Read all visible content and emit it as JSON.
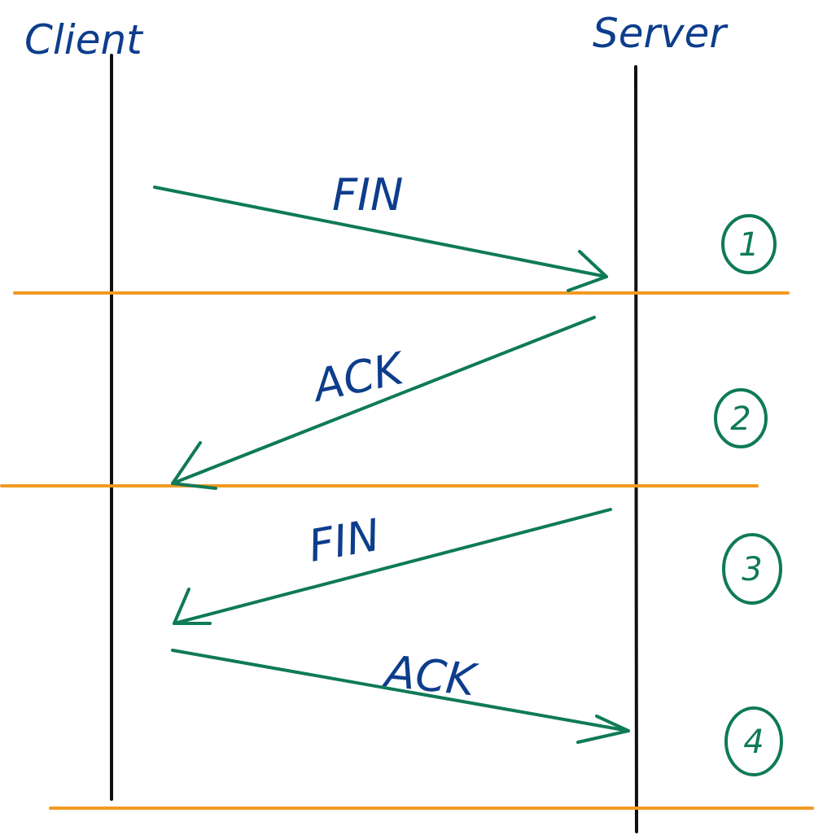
{
  "actors": {
    "client": "Client",
    "server": "Server"
  },
  "messages": [
    {
      "label": "FIN",
      "from": "client",
      "to": "server"
    },
    {
      "label": "ACK",
      "from": "server",
      "to": "client"
    },
    {
      "label": "FIN",
      "from": "server",
      "to": "client"
    },
    {
      "label": "ACK",
      "from": "client",
      "to": "server"
    }
  ],
  "steps": [
    "1",
    "2",
    "3",
    "4"
  ],
  "colors": {
    "actor_text": "#0d3d8c",
    "lifeline": "#111111",
    "arrow": "#0f7a57",
    "separator": "#f29a22",
    "step_circle": "#0f7a57"
  }
}
